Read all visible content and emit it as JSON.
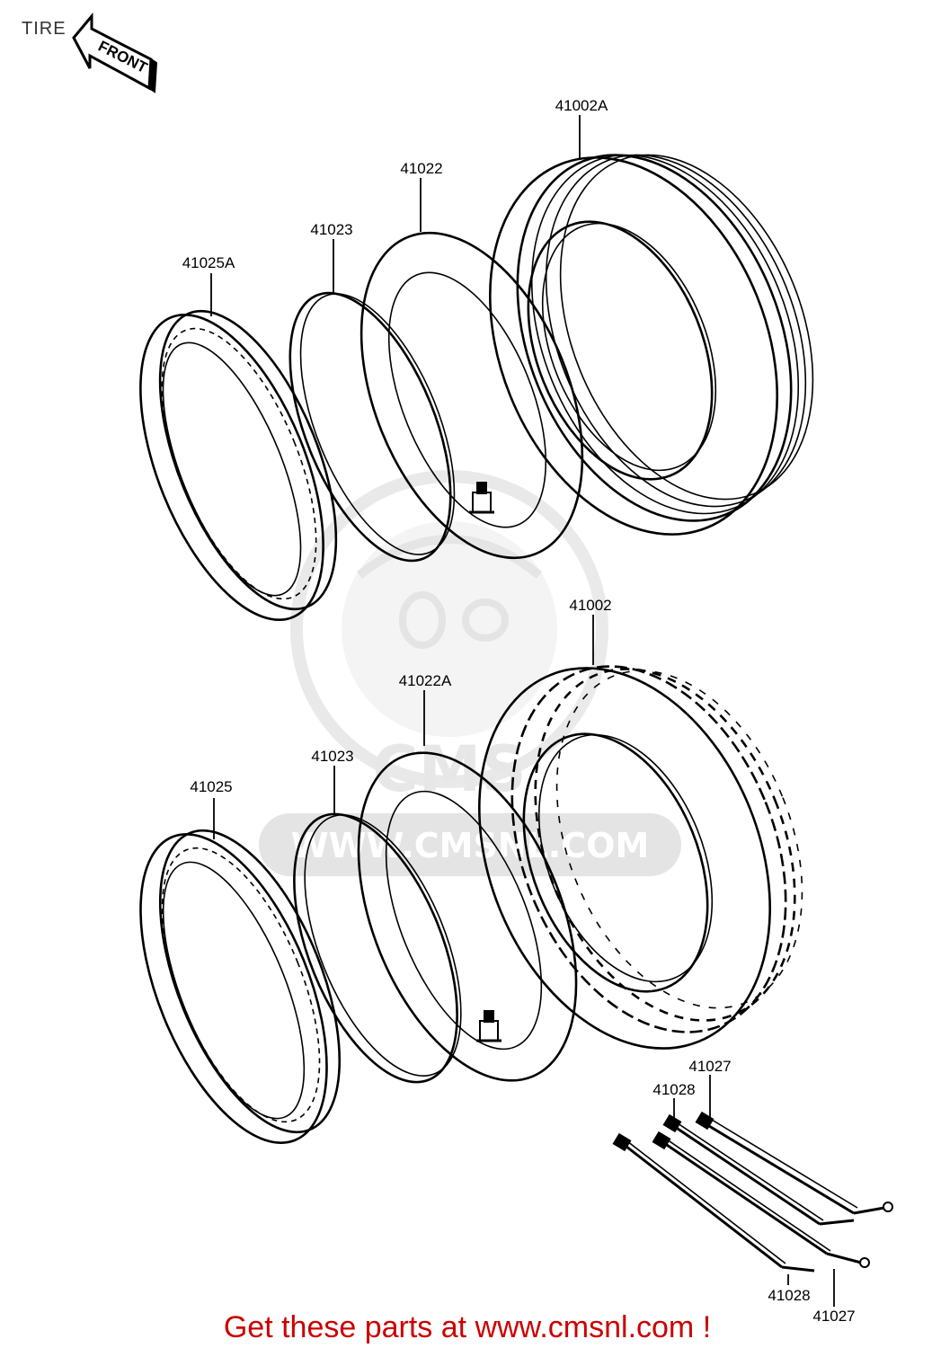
{
  "page": {
    "title": "TIRE",
    "front_label": "FRONT"
  },
  "watermark": {
    "logo": "CMS",
    "url": "WWW.CMSNL.COM"
  },
  "parts": {
    "tire_front": "41002A",
    "tube_front": "41022",
    "band_front": "41023",
    "rim_front": "41025A",
    "tire_rear": "41002",
    "tube_rear": "41022A",
    "band_rear": "41023",
    "rim_rear": "41025",
    "spoke_a_top": "41027",
    "nipple_a_top": "41028",
    "nipple_b_bottom": "41028",
    "spoke_b_bottom": "41027"
  },
  "footer": {
    "text": "Get these parts at www.cmsnl.com !"
  }
}
